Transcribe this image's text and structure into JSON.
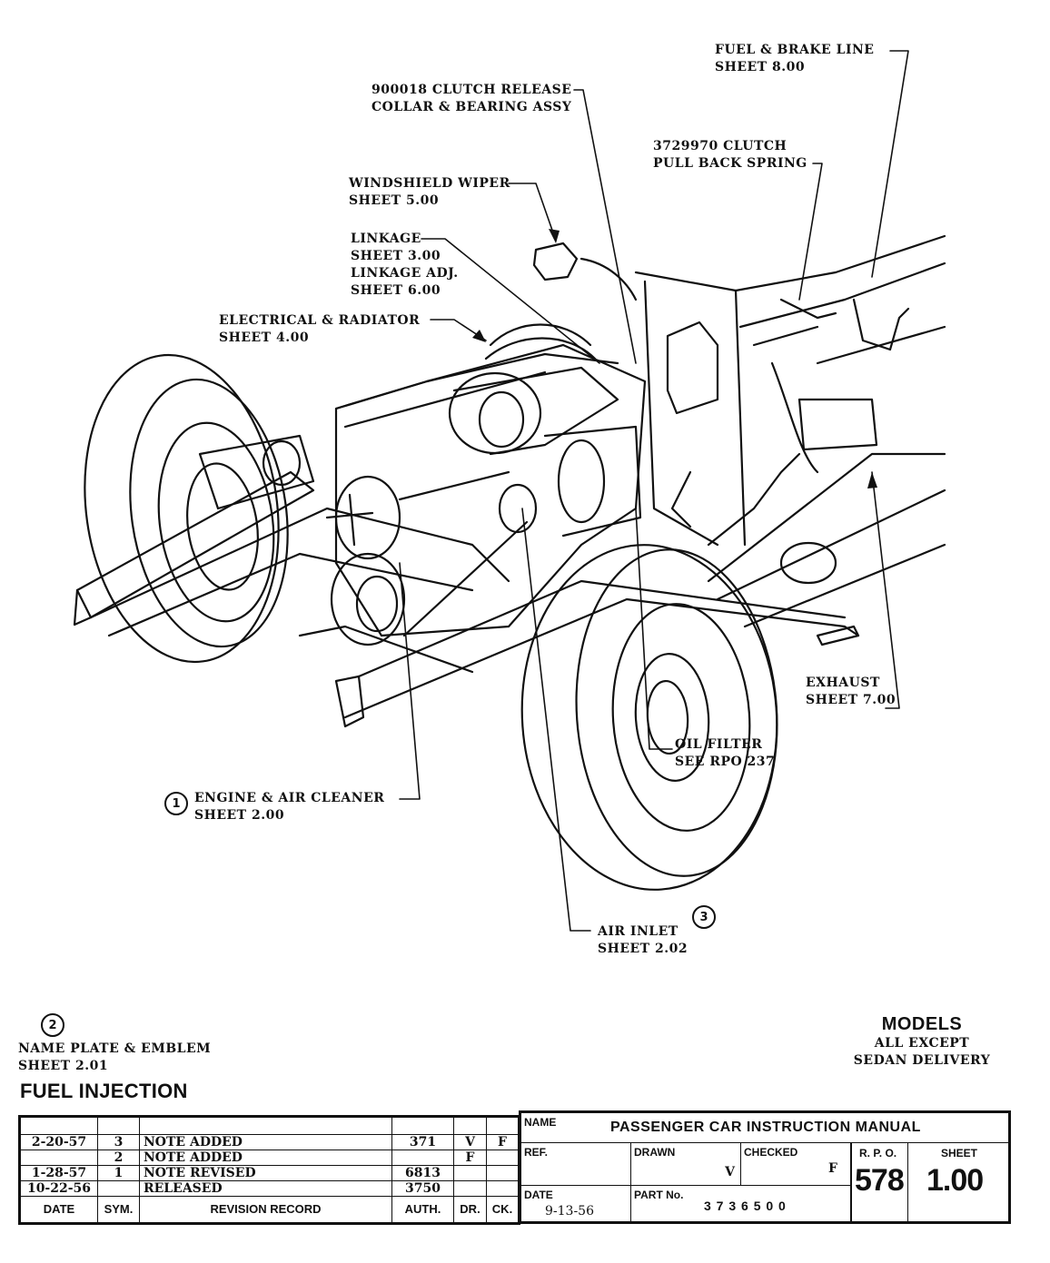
{
  "document": {
    "title": "FUEL INJECTION",
    "type": "Passenger Car Instruction Manual assembly drawing"
  },
  "callouts": [
    {
      "id": "fuel-brake-line",
      "lines": [
        "FUEL & BRAKE LINE",
        "SHEET 8.00"
      ]
    },
    {
      "id": "clutch-release",
      "lines": [
        "900018 CLUTCH RELEASE",
        "COLLAR & BEARING ASSY"
      ]
    },
    {
      "id": "clutch-spring",
      "lines": [
        "3729970 CLUTCH",
        "PULL BACK SPRING"
      ]
    },
    {
      "id": "windshield-wiper",
      "lines": [
        "WINDSHIELD WIPER",
        "SHEET 5.00"
      ]
    },
    {
      "id": "linkage",
      "lines": [
        "LINKAGE",
        "SHEET 3.00",
        "LINKAGE ADJ.",
        "SHEET 6.00"
      ]
    },
    {
      "id": "electrical-radiator",
      "lines": [
        "ELECTRICAL & RADIATOR",
        "SHEET 4.00"
      ]
    },
    {
      "id": "exhaust",
      "lines": [
        "EXHAUST",
        "SHEET 7.00"
      ]
    },
    {
      "id": "oil-filter",
      "lines": [
        "OIL FILTER",
        "SEE RPO 237"
      ]
    },
    {
      "id": "engine-air-cleaner",
      "number": "1",
      "lines": [
        "ENGINE & AIR CLEANER",
        "SHEET 2.00"
      ]
    },
    {
      "id": "air-inlet",
      "number": "3",
      "lines": [
        "AIR INLET",
        "SHEET 2.02"
      ]
    },
    {
      "id": "name-plate",
      "number": "2",
      "lines": [
        "NAME PLATE & EMBLEM",
        "SHEET 2.01"
      ]
    }
  ],
  "models": {
    "heading": "MODELS",
    "lines": [
      "ALL EXCEPT",
      "SEDAN DELIVERY"
    ]
  },
  "revision_table": {
    "headers": [
      "DATE",
      "SYM.",
      "REVISION RECORD",
      "AUTH.",
      "DR.",
      "CK."
    ],
    "rows": [
      {
        "date": "",
        "sym": "",
        "record": "",
        "auth": "",
        "dr": "",
        "ck": ""
      },
      {
        "date": "2-20-57",
        "sym": "3",
        "record": "NOTE ADDED",
        "auth": "371",
        "dr": "V",
        "ck": "F"
      },
      {
        "date": "",
        "sym": "2",
        "record": "NOTE ADDED",
        "auth": "",
        "dr": "F",
        "ck": ""
      },
      {
        "date": "1-28-57",
        "sym": "1",
        "record": "NOTE REVISED",
        "auth": "6813",
        "dr": "",
        "ck": ""
      },
      {
        "date": "10-22-56",
        "sym": "",
        "record": "RELEASED",
        "auth": "3750",
        "dr": "",
        "ck": ""
      }
    ]
  },
  "title_block": {
    "name_label": "NAME",
    "name_value": "PASSENGER CAR INSTRUCTION MANUAL",
    "ref_label": "REF.",
    "ref_value": "",
    "drawn_label": "DRAWN",
    "drawn_value": "V",
    "checked_label": "CHECKED",
    "checked_value": "F",
    "date_label": "DATE",
    "date_value": "9-13-56",
    "part_label": "PART No.",
    "part_value": "3 7 3 6 5 0 0",
    "rpo_label": "R. P. O.",
    "rpo_value": "578",
    "sheet_label": "SHEET",
    "sheet_value": "1.00"
  }
}
